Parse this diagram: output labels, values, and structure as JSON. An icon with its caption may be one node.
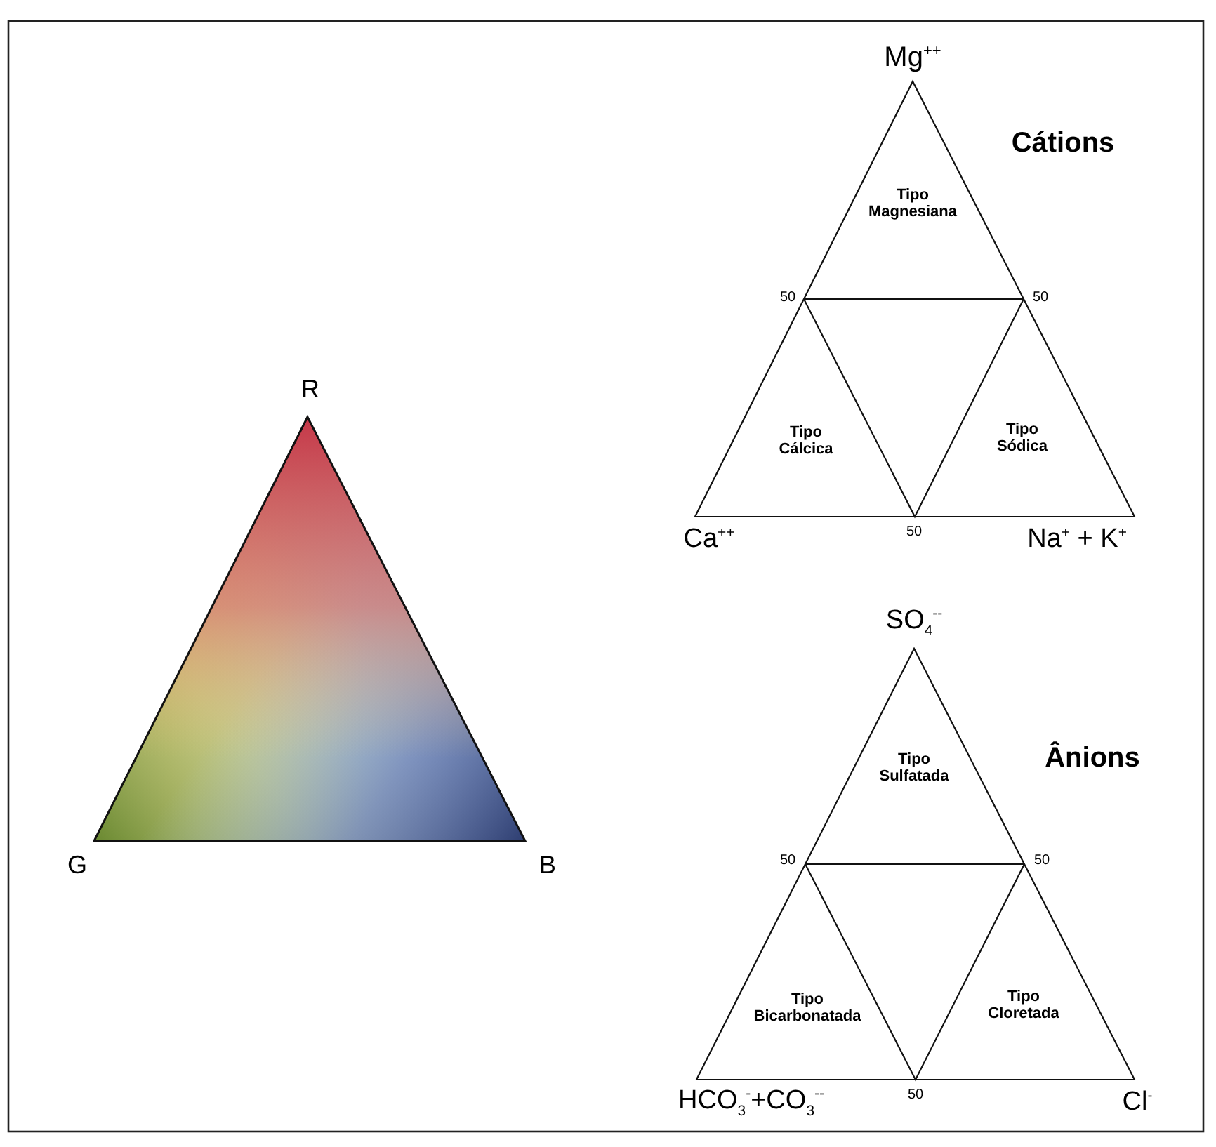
{
  "diagram": {
    "labels": [
      "Mg$^{++}$",
      "Cátions",
      "Tipo Magnesiana",
      "50",
      "50",
      "R",
      "Tipo Cálcica",
      "Tipo Sódica",
      "Ca$^{++}$",
      "50",
      "Na$^{+}$ + K$^{+}$",
      "SO$_{4}$$^{--}$",
      "Ânions",
      "Tipo Sulfatada",
      "50",
      "50",
      "G",
      "B",
      "Tipo Bicarbonatada",
      "Tipo Cloretada",
      "HCO$_{3}$$^{-}$+CO$_{3}$$^{--}$",
      "50",
      "Cl$^{-}$"
    ]
  }
}
